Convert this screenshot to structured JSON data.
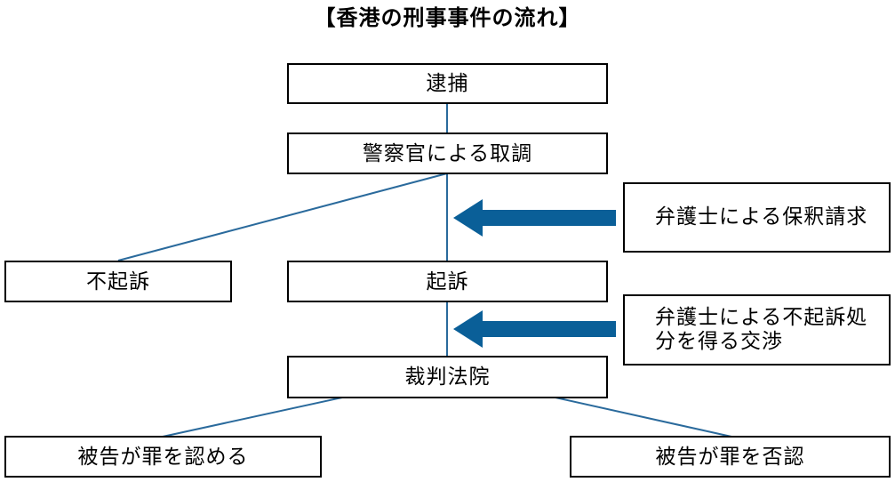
{
  "title": "【香港の刑事事件の流れ】",
  "nodes": {
    "arrest": "逮捕",
    "police_interrogation": "警察官による取調",
    "non_prosecution": "不起訴",
    "prosecution": "起訴",
    "court": "裁判法院",
    "plead_guilty": "被告が罪を認める",
    "plead_not_guilty": "被告が罪を否認"
  },
  "notes": {
    "bail": "弁護士による保釈請求",
    "negotiation": "弁護士による不起訴処分を得る交渉"
  },
  "colors": {
    "connector_line": "#2a6a9c",
    "arrow": "#0a5f98",
    "box_border": "#000000"
  }
}
